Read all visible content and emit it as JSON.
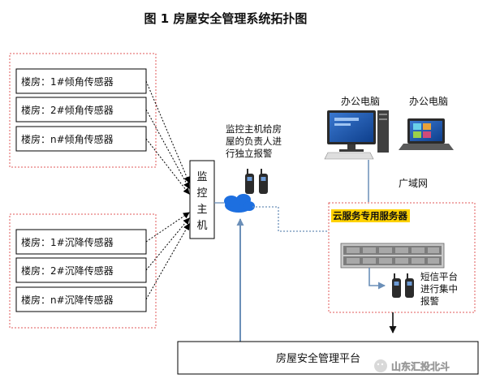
{
  "title": "图 1  房屋安全管理系统拓扑图",
  "tilt_group": {
    "sensors": [
      "楼房：1#倾角传感器",
      "楼房：2#倾角传感器",
      "楼房：n#倾角传感器"
    ]
  },
  "settle_group": {
    "sensors": [
      "楼房：1#沉降传感器",
      "楼房：2#沉降传感器",
      "楼房：n#沉降传感器"
    ]
  },
  "host": {
    "label_lines": [
      "监",
      "控",
      "主",
      "机"
    ]
  },
  "host_alarm": {
    "lines": [
      "监控主机给房",
      "屋的负责人进",
      "行独立报警"
    ]
  },
  "office_pcs": [
    "办公电脑",
    "办公电脑"
  ],
  "wan_label": "广域网",
  "cloud_server": {
    "title": "云服务专用服务器",
    "sms_lines": [
      "短信平台",
      "进行集中",
      "报警"
    ]
  },
  "platform_label": "房屋安全管理平台",
  "watermark": "山东汇投北斗",
  "colors": {
    "group_border": "#e05a5a",
    "flow_arrow": "#6b8fb8",
    "cloud": "#1d6fe0",
    "highlight": "#ffd200"
  }
}
